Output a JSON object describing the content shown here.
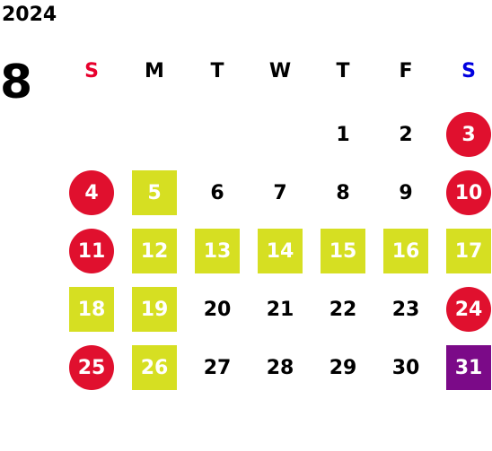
{
  "calendar": {
    "year": "2024",
    "month": "8",
    "weekdays": [
      {
        "label": "S",
        "color": "#e8002d"
      },
      {
        "label": "M",
        "color": "#000000"
      },
      {
        "label": "T",
        "color": "#000000"
      },
      {
        "label": "W",
        "color": "#000000"
      },
      {
        "label": "T",
        "color": "#000000"
      },
      {
        "label": "F",
        "color": "#000000"
      },
      {
        "label": "S",
        "color": "#0000e0"
      }
    ],
    "colors": {
      "holiday": "#e0102e",
      "special": "#d6df22",
      "closed": "#7b0a88"
    },
    "weeks": [
      [
        {
          "day": "",
          "type": "empty"
        },
        {
          "day": "",
          "type": "empty"
        },
        {
          "day": "",
          "type": "empty"
        },
        {
          "day": "",
          "type": "empty"
        },
        {
          "day": "1",
          "type": "normal"
        },
        {
          "day": "2",
          "type": "normal"
        },
        {
          "day": "3",
          "type": "holiday"
        }
      ],
      [
        {
          "day": "4",
          "type": "holiday"
        },
        {
          "day": "5",
          "type": "special"
        },
        {
          "day": "6",
          "type": "normal"
        },
        {
          "day": "7",
          "type": "normal"
        },
        {
          "day": "8",
          "type": "normal"
        },
        {
          "day": "9",
          "type": "normal"
        },
        {
          "day": "10",
          "type": "holiday"
        }
      ],
      [
        {
          "day": "11",
          "type": "holiday"
        },
        {
          "day": "12",
          "type": "special"
        },
        {
          "day": "13",
          "type": "special"
        },
        {
          "day": "14",
          "type": "special"
        },
        {
          "day": "15",
          "type": "special"
        },
        {
          "day": "16",
          "type": "special"
        },
        {
          "day": "17",
          "type": "special"
        }
      ],
      [
        {
          "day": "18",
          "type": "special"
        },
        {
          "day": "19",
          "type": "special"
        },
        {
          "day": "20",
          "type": "normal"
        },
        {
          "day": "21",
          "type": "normal"
        },
        {
          "day": "22",
          "type": "normal"
        },
        {
          "day": "23",
          "type": "normal"
        },
        {
          "day": "24",
          "type": "holiday"
        }
      ],
      [
        {
          "day": "25",
          "type": "holiday"
        },
        {
          "day": "26",
          "type": "special"
        },
        {
          "day": "27",
          "type": "normal"
        },
        {
          "day": "28",
          "type": "normal"
        },
        {
          "day": "29",
          "type": "normal"
        },
        {
          "day": "30",
          "type": "normal"
        },
        {
          "day": "31",
          "type": "closed"
        }
      ]
    ]
  }
}
